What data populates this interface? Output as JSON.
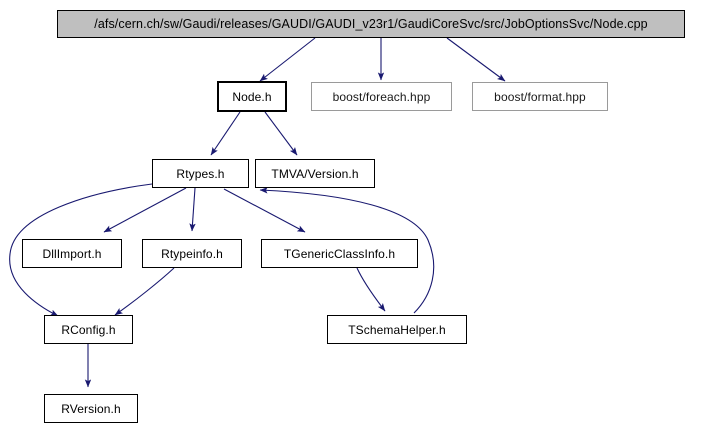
{
  "graph": {
    "title": "/afs/cern.ch/sw/Gaudi/releases/GAUDI/GAUDI_v23r1/GaudiCoreSvc/src/JobOptionsSvc/Node.cpp",
    "colors": {
      "edge": "#191970",
      "root_fill": "#bfbfbf",
      "node_fill": "#ffffff",
      "node_border": "#000000",
      "external_border": "#9a9a9a",
      "text": "#000000"
    },
    "nodes": [
      {
        "id": "root",
        "label": "/afs/cern.ch/sw/Gaudi/releases/GAUDI/GAUDI_v23r1/GaudiCoreSvc/src/JobOptionsSvc/Node.cpp",
        "kind": "root"
      },
      {
        "id": "node_h",
        "label": "Node.h",
        "kind": "current"
      },
      {
        "id": "boost_foreach",
        "label": "boost/foreach.hpp",
        "kind": "external"
      },
      {
        "id": "boost_format",
        "label": "boost/format.hpp",
        "kind": "external"
      },
      {
        "id": "rtypes_h",
        "label": "Rtypes.h",
        "kind": "normal"
      },
      {
        "id": "tmva_version_h",
        "label": "TMVA/Version.h",
        "kind": "normal"
      },
      {
        "id": "dllimport_h",
        "label": "DllImport.h",
        "kind": "normal"
      },
      {
        "id": "rtypeinfo_h",
        "label": "Rtypeinfo.h",
        "kind": "normal"
      },
      {
        "id": "tgenericclassinfo_h",
        "label": "TGenericClassInfo.h",
        "kind": "normal"
      },
      {
        "id": "rconfig_h",
        "label": "RConfig.h",
        "kind": "normal"
      },
      {
        "id": "tschemahelper_h",
        "label": "TSchemaHelper.h",
        "kind": "normal"
      },
      {
        "id": "rversion_h",
        "label": "RVersion.h",
        "kind": "normal"
      }
    ],
    "edges": [
      {
        "from": "root",
        "to": "node_h"
      },
      {
        "from": "root",
        "to": "boost_foreach"
      },
      {
        "from": "root",
        "to": "boost_format"
      },
      {
        "from": "node_h",
        "to": "rtypes_h"
      },
      {
        "from": "node_h",
        "to": "tmva_version_h"
      },
      {
        "from": "rtypes_h",
        "to": "dllimport_h"
      },
      {
        "from": "rtypes_h",
        "to": "rtypeinfo_h"
      },
      {
        "from": "rtypes_h",
        "to": "tgenericclassinfo_h"
      },
      {
        "from": "rtypes_h",
        "to": "rconfig_h"
      },
      {
        "from": "rtypeinfo_h",
        "to": "rconfig_h"
      },
      {
        "from": "tgenericclassinfo_h",
        "to": "tschemahelper_h"
      },
      {
        "from": "tschemahelper_h",
        "to": "rtypes_h"
      },
      {
        "from": "rconfig_h",
        "to": "rversion_h"
      }
    ]
  }
}
